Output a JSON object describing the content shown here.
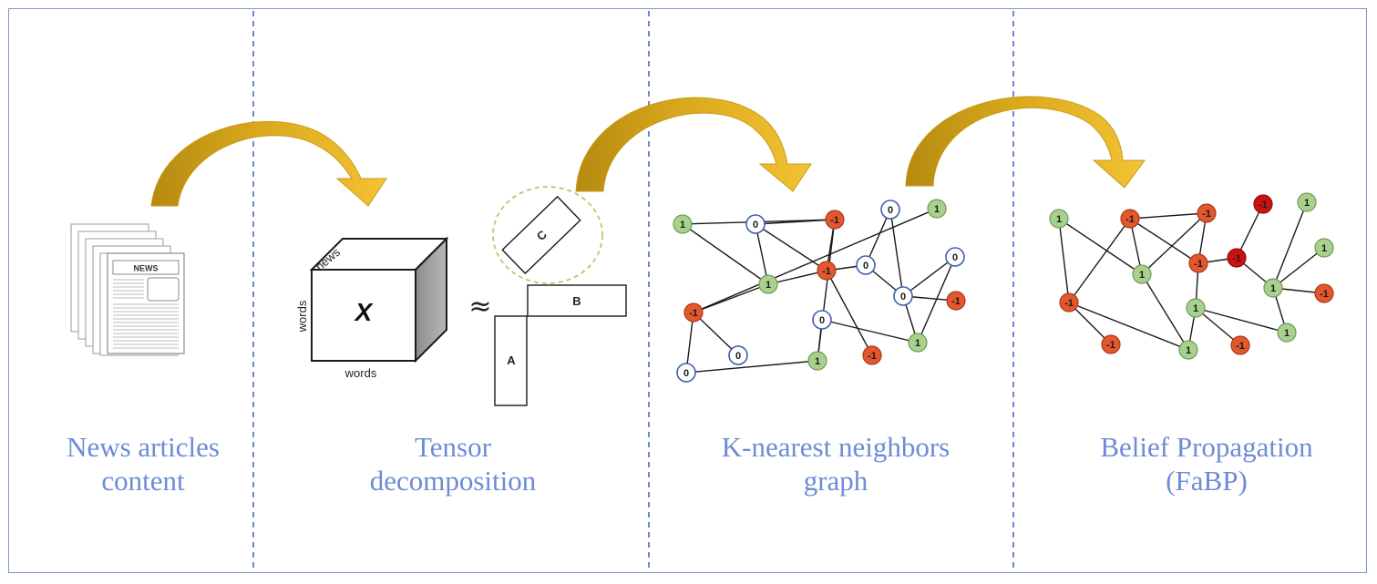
{
  "colors": {
    "frame": "#7b97cf",
    "divider": "#4a68c0",
    "label": "#6d8bd6",
    "arrow": "#e3b520",
    "node_positive": "#a9d18e",
    "node_negative": "#e2572e",
    "node_negative_dark": "#cc1111",
    "node_zero": "#ffffff",
    "highlight_circle": "#a6d16c"
  },
  "stages": [
    {
      "line1": "News articles",
      "line2": "content"
    },
    {
      "line1": "Tensor",
      "line2": "decomposition"
    },
    {
      "line1": "K-nearest neighbors",
      "line2": "graph"
    },
    {
      "line1": "Belief Propagation",
      "line2": "(FaBP)"
    }
  ],
  "newspaper": {
    "masthead": "NEWS"
  },
  "tensor": {
    "symbol": "X",
    "axis_news": "news",
    "axis_words_vertical": "words",
    "axis_words_horizontal": "words",
    "approx": "≈",
    "factor_a": "A",
    "factor_b": "B",
    "factor_c": "C"
  },
  "knn_graph": {
    "nodes": [
      {
        "id": "n1",
        "label": "1",
        "kind": "pos"
      },
      {
        "id": "n2",
        "label": "0",
        "kind": "zero"
      },
      {
        "id": "n3",
        "label": "-1",
        "kind": "neg"
      },
      {
        "id": "n4",
        "label": "0",
        "kind": "zero"
      },
      {
        "id": "n5",
        "label": "1",
        "kind": "pos"
      },
      {
        "id": "n6",
        "label": "1",
        "kind": "pos"
      },
      {
        "id": "n7",
        "label": "-1",
        "kind": "neg"
      },
      {
        "id": "n8",
        "label": "0",
        "kind": "zero"
      },
      {
        "id": "n9",
        "label": "0",
        "kind": "zero"
      },
      {
        "id": "n10",
        "label": "0",
        "kind": "zero"
      },
      {
        "id": "n11",
        "label": "-1",
        "kind": "neg"
      },
      {
        "id": "n12",
        "label": "0",
        "kind": "zero"
      },
      {
        "id": "n13",
        "label": "0",
        "kind": "zero"
      },
      {
        "id": "n14",
        "label": "0",
        "kind": "zero"
      },
      {
        "id": "n15",
        "label": "1",
        "kind": "pos"
      },
      {
        "id": "n16",
        "label": "1",
        "kind": "pos"
      },
      {
        "id": "n17",
        "label": "-1",
        "kind": "neg"
      },
      {
        "id": "n18",
        "label": "-1",
        "kind": "neg"
      }
    ],
    "edges": [
      [
        "n1",
        "n3"
      ],
      [
        "n1",
        "n6"
      ],
      [
        "n2",
        "n3"
      ],
      [
        "n2",
        "n7"
      ],
      [
        "n2",
        "n6"
      ],
      [
        "n3",
        "n7"
      ],
      [
        "n3",
        "n5"
      ],
      [
        "n6",
        "n7"
      ],
      [
        "n6",
        "n11"
      ],
      [
        "n11",
        "n8"
      ],
      [
        "n11",
        "n16"
      ],
      [
        "n11",
        "n10"
      ],
      [
        "n10",
        "n5"
      ],
      [
        "n5",
        "n14"
      ],
      [
        "n7",
        "n13"
      ],
      [
        "n7",
        "n17"
      ],
      [
        "n13",
        "n4"
      ],
      [
        "n4",
        "n12"
      ],
      [
        "n12",
        "n9"
      ],
      [
        "n12",
        "n18"
      ],
      [
        "n12",
        "n15"
      ],
      [
        "n13",
        "n12"
      ],
      [
        "n14",
        "n15"
      ],
      [
        "n15",
        "n9"
      ]
    ]
  },
  "fabp_graph": {
    "nodes": [
      {
        "id": "m1",
        "label": "1",
        "kind": "pos"
      },
      {
        "id": "m2",
        "label": "-1",
        "kind": "neg"
      },
      {
        "id": "m3",
        "label": "-1",
        "kind": "neg"
      },
      {
        "id": "m4",
        "label": "-1",
        "kind": "neg"
      },
      {
        "id": "m5",
        "label": "-1",
        "kind": "dark"
      },
      {
        "id": "m6",
        "label": "1",
        "kind": "pos"
      },
      {
        "id": "m7",
        "label": "1",
        "kind": "pos"
      },
      {
        "id": "m8",
        "label": "-1",
        "kind": "dark"
      },
      {
        "id": "m9",
        "label": "1",
        "kind": "pos"
      },
      {
        "id": "m10",
        "label": "-1",
        "kind": "neg"
      },
      {
        "id": "m11",
        "label": "1",
        "kind": "pos"
      },
      {
        "id": "m12",
        "label": "-1",
        "kind": "neg"
      },
      {
        "id": "m13",
        "label": "1",
        "kind": "pos"
      },
      {
        "id": "m14",
        "label": "1",
        "kind": "pos"
      },
      {
        "id": "m15",
        "label": "1",
        "kind": "pos"
      },
      {
        "id": "m16",
        "label": "-1",
        "kind": "neg"
      },
      {
        "id": "m17",
        "label": "-1",
        "kind": "neg"
      },
      {
        "id": "m18",
        "label": "-1",
        "kind": "neg"
      }
    ],
    "edges": [
      [
        "m1",
        "m12"
      ],
      [
        "m1",
        "m9"
      ],
      [
        "m2",
        "m12"
      ],
      [
        "m2",
        "m9"
      ],
      [
        "m2",
        "m4"
      ],
      [
        "m2",
        "m3"
      ],
      [
        "m3",
        "m9"
      ],
      [
        "m3",
        "m4"
      ],
      [
        "m4",
        "m8"
      ],
      [
        "m8",
        "m5"
      ],
      [
        "m8",
        "m11"
      ],
      [
        "m4",
        "m13"
      ],
      [
        "m13",
        "m17"
      ],
      [
        "m11",
        "m6"
      ],
      [
        "m11",
        "m18"
      ],
      [
        "m11",
        "m7"
      ],
      [
        "m11",
        "m15"
      ],
      [
        "m12",
        "m16"
      ],
      [
        "m12",
        "m14"
      ],
      [
        "m9",
        "m14"
      ],
      [
        "m13",
        "m14"
      ],
      [
        "m13",
        "m15"
      ]
    ]
  }
}
